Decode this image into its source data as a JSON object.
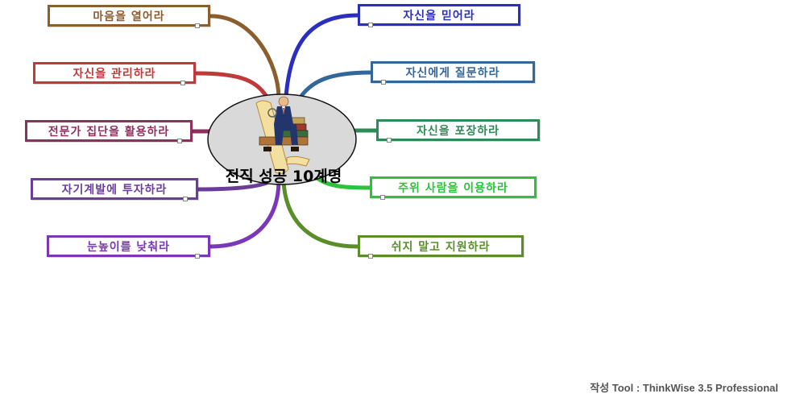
{
  "center": {
    "title": "전직 성공 10계명"
  },
  "branches": [
    {
      "id": "left-1",
      "label": "마음을 열어라",
      "color": "#8B5E2E"
    },
    {
      "id": "left-2",
      "label": "자신을 관리하라",
      "color": "#C0393B"
    },
    {
      "id": "left-3",
      "label": "전문가 집단을 활용하라",
      "color": "#8E2F5E"
    },
    {
      "id": "left-4",
      "label": "자기계발에 투자하라",
      "color": "#6A3D9A"
    },
    {
      "id": "left-5",
      "label": "눈높이를 낮춰라",
      "color": "#7A37B8"
    },
    {
      "id": "right-1",
      "label": "자신을 믿어라",
      "color": "#2B2FC0"
    },
    {
      "id": "right-2",
      "label": "자신에게 질문하라",
      "color": "#336699"
    },
    {
      "id": "right-3",
      "label": "자신을 포장하라",
      "color": "#2E8B57"
    },
    {
      "id": "right-4",
      "label": "주위 사람을 이용하라",
      "color": "#2DC23A"
    },
    {
      "id": "right-5",
      "label": "쉬지 말고 지원하라",
      "color": "#5A8E2A"
    }
  ],
  "footer": {
    "credit": "작성 Tool : ThinkWise 3.5 Professional"
  }
}
